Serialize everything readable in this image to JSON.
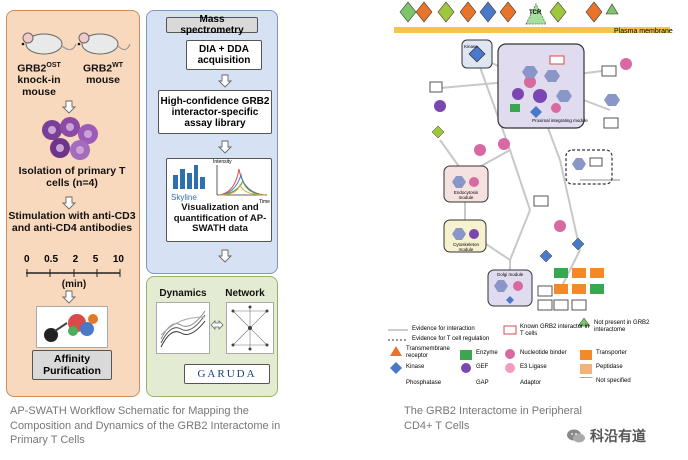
{
  "left": {
    "mouse_ost_label": "GRB2OST knock-in mouse",
    "mouse_ost_prefix": "GRB2",
    "mouse_ost_sup": "OST",
    "mouse_ost_rest": "knock-in mouse",
    "mouse_wt_prefix": "GRB2",
    "mouse_wt_sup": "WT",
    "mouse_wt_rest": "mouse",
    "isolation": "Isolation of primary T cells (n=4)",
    "stimulation": "Stimulation with anti-CD3 and anti-CD4 antibodies",
    "timeline_ticks": [
      "0",
      "0.5",
      "2",
      "5",
      "10"
    ],
    "timeline_unit": "(min)",
    "affinity": "Affinity Purification",
    "mass_spec": "Mass spectrometry",
    "dia_dda": "DIA + DDA acquisition",
    "library": "High-confidence GRB2 interactor-specific assay library",
    "skyline": "Skyline",
    "chart_axis_intensity": "Intensity",
    "chart_axis_time": "Time",
    "visualization": "Visualization and quantification of AP-SWATH data",
    "dynamics": "Dynamics",
    "network": "Network",
    "garuda": "GARUDA",
    "caption": "AP-SWATH Workflow Schematic for Mapping the Composition and Dynamics of the GRB2 Interactome in Primary T Cells"
  },
  "right": {
    "tcr": "TCR",
    "plasma_membrane": "Plasma membrane",
    "module_kinase": "Kinase",
    "module_proximal": "Proximal integrating module",
    "module_endocytosis": "Endocytosis module",
    "module_cytoskeleton": "Cytoskeleton module",
    "module_golgi": "Golgi module",
    "legend": {
      "evidence_interaction": "Evidence for interaction",
      "evidence_tcell": "Evidence for T cell regulation",
      "known_grb2": "Known GRB2 interactor in T cells",
      "not_present": "Not present in GRB2 interactome",
      "transmembrane": "Transmembrane receptor",
      "enzyme": "Enzyme",
      "nucleotide_binder": "Nucleotide binder",
      "transporter": "Transporter",
      "kinase": "Kinase",
      "gef": "GEF",
      "e3_ligase": "E3 Ligase",
      "peptidase": "Peptidase",
      "phosphatase": "Phosphatase",
      "gap": "GAP",
      "adaptor": "Adaptor",
      "not_specified": "Not specified"
    },
    "caption": "The GRB2 Interactome in Peripheral CD4+ T Cells"
  },
  "watermark": "科沿有道",
  "colors": {
    "orange_panel": "#f9d9bd",
    "blue_panel": "#d6e2f3",
    "green_panel": "#e3ecd2",
    "membrane": "#f5c44b",
    "transmembrane": "#e8742c",
    "kinase": "#4a79c9",
    "phosphatase": "#9dc73d",
    "enzyme": "#3aa652",
    "gef": "#7a46b0",
    "gap": "#f2e23b",
    "nucleotide_binder": "#d86aa1",
    "e3_ligase": "#f29cc0",
    "adaptor": "#8a96c8",
    "transporter": "#f08a2a",
    "peptidase": "#f2b27a",
    "not_present": "#7cc56b"
  }
}
